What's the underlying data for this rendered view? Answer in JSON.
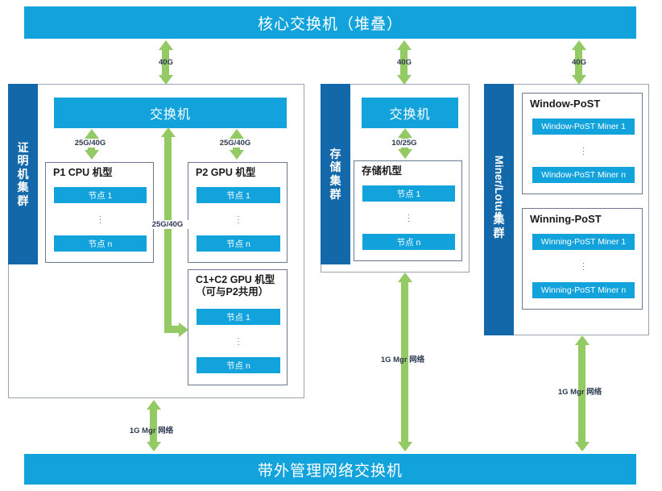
{
  "diagram": {
    "title_top": "核心交换机（堆叠）",
    "title_bottom": "带外管理网络交换机"
  },
  "clusters": {
    "proof": {
      "tab_chars": [
        "证",
        "明",
        "机",
        "集",
        "群"
      ],
      "switch_label": "交换机",
      "groups": {
        "p1": {
          "title": "P1 CPU 机型",
          "node_first": "节点 1",
          "node_last": "节点 n"
        },
        "p2": {
          "title": "P2 GPU 机型",
          "node_first": "节点 1",
          "node_last": "节点 n"
        },
        "c1c2": {
          "title": "C1+C2 GPU 机型\n（可与P2共用）",
          "node_first": "节点 1",
          "node_last": "节点 n"
        }
      }
    },
    "storage": {
      "tab_chars": [
        "存",
        "储",
        "集",
        "群"
      ],
      "switch_label": "交换机",
      "groups": {
        "storage": {
          "title": "存储机型",
          "node_first": "节点 1",
          "node_last": "节点 n"
        }
      }
    },
    "miner": {
      "tab_rot_label": "Miner/Lotus",
      "tab_chars": [
        "集",
        "群"
      ],
      "groups": {
        "window": {
          "title": "Window-PoST",
          "node_first": "Window-PoST Miner 1",
          "node_last": "Window-PoST Miner n"
        },
        "winning": {
          "title": "Winning-PoST",
          "node_first": "Winning-PoST Miner 1",
          "node_last": "Winning-PoST Miner n"
        }
      }
    }
  },
  "links": {
    "core_to_proof": "40G",
    "core_to_storage": "40G",
    "core_to_miner": "40G",
    "proof_switch_to_p1": "25G/40G",
    "proof_switch_to_p2": "25G/40G",
    "proof_switch_to_c1c2": "25G/40G",
    "storage_switch_to_nodes": "10/25G",
    "proof_mgmt": "1G Mgr 网络",
    "storage_mgmt": "1G Mgr 网络",
    "miner_mgmt": "1G Mgr 网络"
  },
  "ellipsis": [
    "·",
    "·",
    "·"
  ],
  "colors": {
    "accent_blue": "#13a3dc",
    "tab_blue": "#1268a8",
    "arrow_green": "#93ca63",
    "frame_gray": "#9aa3b2",
    "label_navy": "#2e3a52"
  }
}
